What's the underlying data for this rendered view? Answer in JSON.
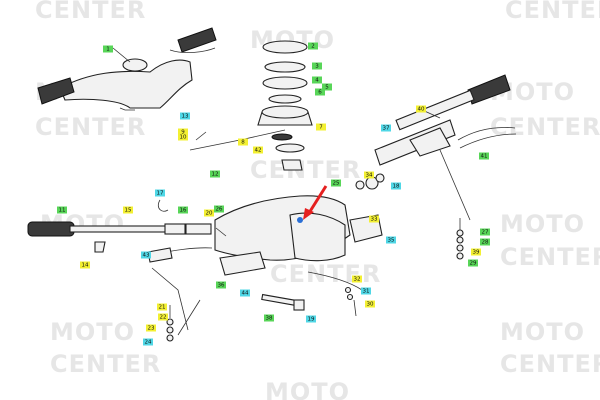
{
  "watermark": {
    "text_line1": "MOTO",
    "text_line2": "CENTER"
  },
  "callouts": [
    {
      "n": "1",
      "color": "green"
    },
    {
      "n": "2",
      "color": "green"
    },
    {
      "n": "3",
      "color": "green"
    },
    {
      "n": "4",
      "color": "green"
    },
    {
      "n": "5",
      "color": "green"
    },
    {
      "n": "6",
      "color": "green"
    },
    {
      "n": "7",
      "color": "yellow"
    },
    {
      "n": "8",
      "color": "yellow"
    },
    {
      "n": "9",
      "color": "yellow"
    },
    {
      "n": "10",
      "color": "yellow"
    },
    {
      "n": "11",
      "color": "green"
    },
    {
      "n": "12",
      "color": "green"
    },
    {
      "n": "13",
      "color": "cyan"
    },
    {
      "n": "14",
      "color": "yellow"
    },
    {
      "n": "15",
      "color": "yellow"
    },
    {
      "n": "16",
      "color": "green"
    },
    {
      "n": "17",
      "color": "cyan"
    },
    {
      "n": "18",
      "color": "cyan"
    },
    {
      "n": "19",
      "color": "cyan"
    },
    {
      "n": "20",
      "color": "yellow"
    },
    {
      "n": "21",
      "color": "yellow"
    },
    {
      "n": "22",
      "color": "yellow"
    },
    {
      "n": "23",
      "color": "yellow"
    },
    {
      "n": "24",
      "color": "cyan"
    },
    {
      "n": "25",
      "color": "green"
    },
    {
      "n": "26",
      "color": "green"
    },
    {
      "n": "27",
      "color": "green"
    },
    {
      "n": "28",
      "color": "green"
    },
    {
      "n": "29",
      "color": "green"
    },
    {
      "n": "30",
      "color": "yellow"
    },
    {
      "n": "31",
      "color": "cyan"
    },
    {
      "n": "32",
      "color": "yellow"
    },
    {
      "n": "33",
      "color": "yellow"
    },
    {
      "n": "34",
      "color": "yellow"
    },
    {
      "n": "35",
      "color": "cyan"
    },
    {
      "n": "36",
      "color": "green"
    },
    {
      "n": "37",
      "color": "cyan"
    },
    {
      "n": "38",
      "color": "green"
    },
    {
      "n": "39",
      "color": "yellow"
    },
    {
      "n": "40",
      "color": "yellow"
    },
    {
      "n": "41",
      "color": "green"
    },
    {
      "n": "42",
      "color": "yellow"
    },
    {
      "n": "43",
      "color": "cyan"
    },
    {
      "n": "44",
      "color": "cyan"
    }
  ],
  "colors": {
    "green": "#58d658",
    "yellow": "#f3f032",
    "cyan": "#4fd7e6",
    "arrow": "#e52020",
    "highlight_dot": "#2a6fd6"
  }
}
